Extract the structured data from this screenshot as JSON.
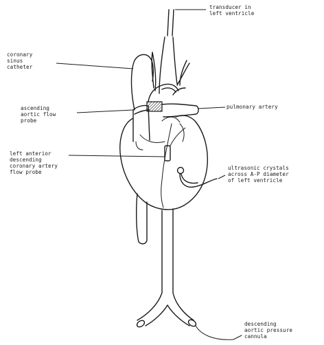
{
  "labels": {
    "transducer": [
      "transducer in",
      "left ventricle"
    ],
    "coronary_sinus": [
      "coronary",
      "sinus",
      "catheter"
    ],
    "aortic_flow_probe": [
      "ascending",
      "aortic flow",
      "probe"
    ],
    "pulmonary_artery": [
      "pulmonary artery"
    ],
    "lad_flow_probe": [
      "left anterior",
      "descending",
      "coronary artery",
      "flow probe"
    ],
    "ultrasonic_crystals": [
      "ultrasonic crystals",
      "across A-P diameter",
      "of left ventricle"
    ],
    "descending_cannula": [
      "descending",
      "aortic pressure",
      "cannula"
    ]
  }
}
